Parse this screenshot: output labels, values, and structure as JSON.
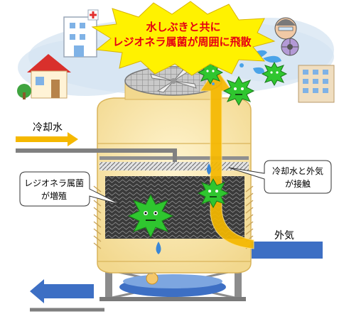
{
  "burst": {
    "line1": "水しぶきと共に",
    "line2": "レジオネラ属菌が周囲に飛散"
  },
  "labels": {
    "cooling_water": "冷却水",
    "outside_air": "外気",
    "legionella_growth_line1": "レジオネラ属菌",
    "legionella_growth_line2": "が増殖",
    "contact_line1": "冷却水と外気",
    "contact_line2": "が接触"
  },
  "colors": {
    "tower_body": "#f7e2a8",
    "tower_outline": "#d9b45a",
    "burst_fill": "#fff200",
    "burst_text": "#e60012",
    "bacteria": "#2fc62f",
    "air_arrow": "#f5b800",
    "water_arrow": "#3d6fc4",
    "pipe": "#808080"
  }
}
